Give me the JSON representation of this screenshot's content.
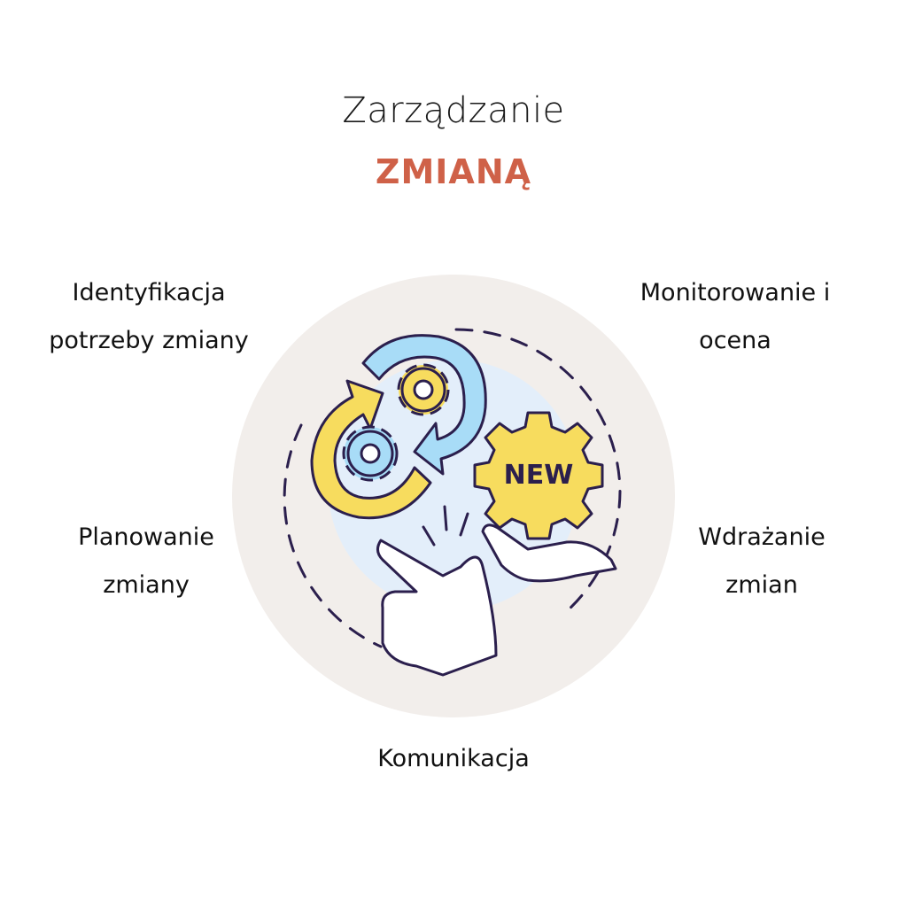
{
  "title": {
    "line1": "Zarządzanie",
    "line2": "ZMIANĄ"
  },
  "steps": {
    "identification": {
      "line1": "Identyfikacja",
      "line2": "potrzeby zmiany"
    },
    "monitoring": {
      "line1": "Monitorowanie i",
      "line2": "ocena"
    },
    "planning": {
      "line1": "Planowanie",
      "line2": "zmiany"
    },
    "implementation": {
      "line1": "Wdrażanie",
      "line2": "zmian"
    },
    "communication": {
      "line1": "Komunikacja"
    }
  },
  "badge": {
    "text": "NEW"
  },
  "colors": {
    "title_accent": "#cf6148",
    "outer_circle": "#f2eeeb",
    "inner_circle": "#e3eefa",
    "outline": "#2b1f4d",
    "gear_yellow": "#f7dc5e",
    "arrow_blue": "#a8dcf7"
  }
}
